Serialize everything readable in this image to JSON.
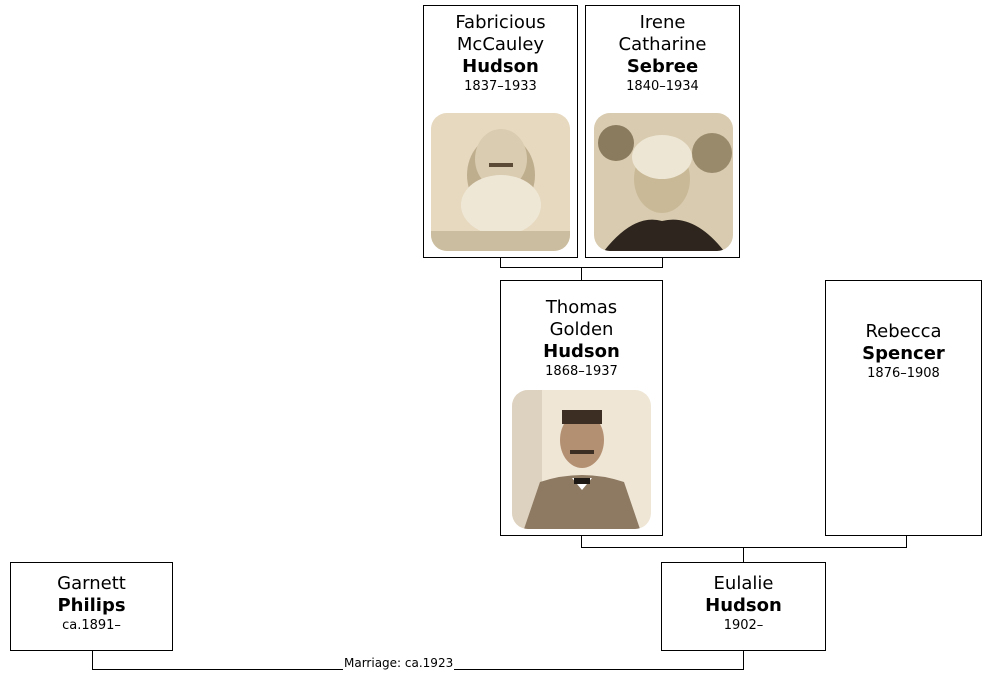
{
  "people": {
    "fabricious": {
      "given_1": "Fabricious",
      "given_2": "McCauley",
      "surname": "Hudson",
      "dates": "1837–1933",
      "photo": "portrait-photo"
    },
    "irene": {
      "given_1": "Irene",
      "given_2": "Catharine",
      "surname": "Sebree",
      "dates": "1840–1934",
      "photo": "portrait-photo"
    },
    "thomas": {
      "given_1": "Thomas",
      "given_2": "Golden",
      "surname": "Hudson",
      "dates": "1868–1937",
      "photo": "portrait-photo"
    },
    "rebecca": {
      "given_1": "Rebecca",
      "surname": "Spencer",
      "dates": "1876–1908"
    },
    "garnett": {
      "given_1": "Garnett",
      "surname": "Philips",
      "dates": "ca.1891–"
    },
    "eulalie": {
      "given_1": "Eulalie",
      "surname": "Hudson",
      "dates": "1902–"
    }
  },
  "marriage": {
    "label": "Marriage: ca.1923"
  },
  "colors": {
    "sepia_light": "#e8dcc4",
    "sepia_dark": "#6b5a44"
  }
}
